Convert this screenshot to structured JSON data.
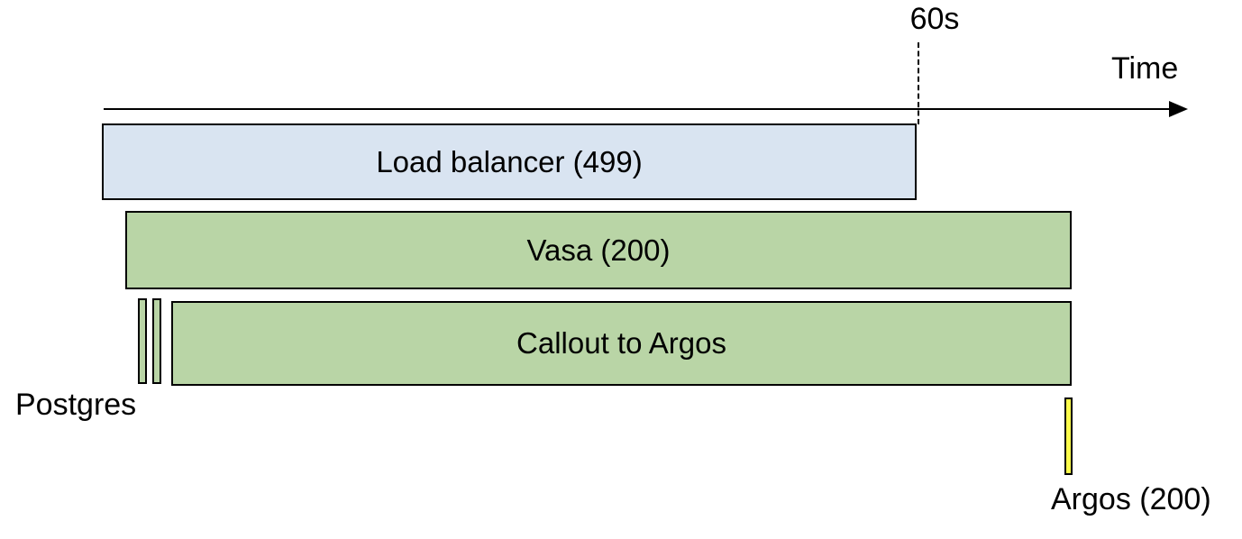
{
  "diagram": {
    "kind": "request-timing-diagram",
    "axis": {
      "label": "Time",
      "marker_label": "60s"
    },
    "bars": {
      "load_balancer": {
        "label": "Load balancer (499)",
        "fill": "#d9e4f1"
      },
      "vasa": {
        "label": "Vasa (200)",
        "fill": "#b9d5a6"
      },
      "postgres": {
        "label": "Postgres",
        "fill": "#b9d5a6",
        "tick_count": 2
      },
      "callout_to_argos": {
        "label": "Callout to Argos",
        "fill": "#b9d5a6"
      },
      "argos": {
        "label": "Argos (200)",
        "fill": "#fcfc4b"
      }
    },
    "colors": {
      "background": "#ffffff",
      "outline": "#000000",
      "light_blue": "#d9e4f1",
      "light_green": "#b9d5a6",
      "yellow": "#fcfc4b"
    }
  }
}
